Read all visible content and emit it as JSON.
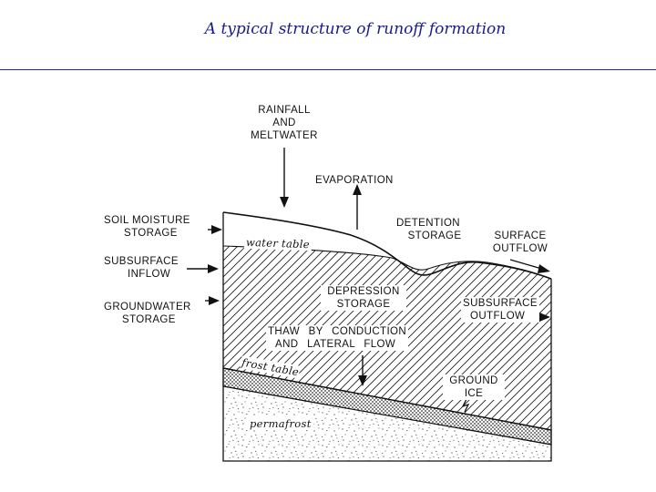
{
  "slide": {
    "title": "A typical structure of runoff formation"
  },
  "diagram": {
    "labels": {
      "rainfall": "RAINFALL",
      "and": "AND",
      "meltwater": "MELTWATER",
      "evaporation": "EVAPORATION",
      "soil_moisture": "SOIL MOISTURE",
      "soil_storage": "STORAGE",
      "detention": "DETENTION",
      "detention_storage": "STORAGE",
      "surface": "SURFACE",
      "surface_outflow": "OUTFLOW",
      "water_table": "water table",
      "subsurface": "SUBSURFACE",
      "subsurface_inflow": "INFLOW",
      "groundwater": "GROUNDWATER",
      "groundwater_storage": "STORAGE",
      "depression": "DEPRESSION",
      "depression_storage": "STORAGE",
      "subsurface_right": "SUBSURFACE",
      "subsurface_outflow": "OUTFLOW",
      "thaw_line1": "THAW BY CONDUCTION",
      "thaw_line2": "AND LATERAL FLOW",
      "frost_table": "frost table",
      "ground": "GROUND",
      "ice": "ICE",
      "permafrost": "permafrost"
    },
    "colors": {
      "ink": "#111111",
      "title": "#1a1a8c",
      "rule": "#2a2a8a"
    }
  }
}
